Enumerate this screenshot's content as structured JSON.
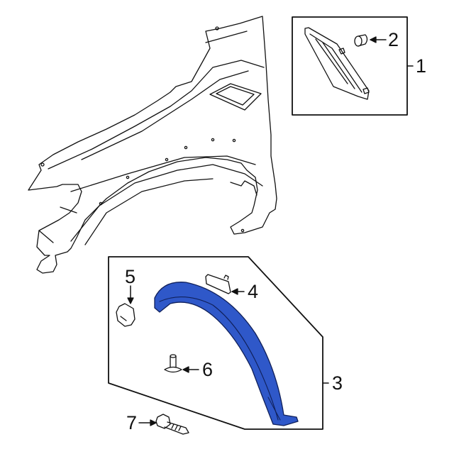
{
  "diagram": {
    "type": "exploded parts diagram",
    "subject": "front fender with fender flare and side marker",
    "accent_color": "#2f58c9",
    "callouts": [
      {
        "id": "1",
        "text": "1",
        "target": "side marker lamp assembly (boxed group)"
      },
      {
        "id": "2",
        "text": "2",
        "target": "bulb"
      },
      {
        "id": "3",
        "text": "3",
        "target": "wheel opening flare group (boxed group)"
      },
      {
        "id": "4",
        "text": "4",
        "target": "reflector / clip"
      },
      {
        "id": "5",
        "text": "5",
        "target": "retainer clip"
      },
      {
        "id": "6",
        "text": "6",
        "target": "push pin / rivet"
      },
      {
        "id": "7",
        "text": "7",
        "target": "bolt"
      }
    ]
  }
}
